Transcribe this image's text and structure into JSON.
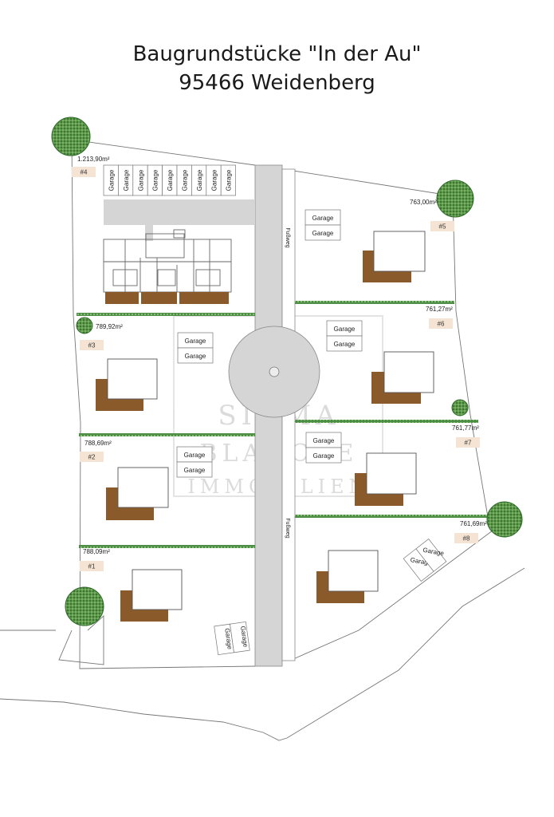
{
  "title": {
    "line1": "Baugrundstücke \"In der Au\"",
    "line2": "95466 Weidenberg"
  },
  "path_label": "Fußweg",
  "garage_label": "Garage",
  "watermark": [
    "SIGMA",
    "BLANCKE",
    "IMMOBILIEN"
  ],
  "colors": {
    "road": "#d5d5d5",
    "house_footprint": "#8b5a2b",
    "hedge": "#3c7a3c",
    "tag_bg": "#f5e4d3",
    "tree": "#4c8a3c"
  },
  "lots": [
    {
      "id": "4",
      "tag": "#4",
      "area": "1.213,90m²"
    },
    {
      "id": "5",
      "tag": "#5",
      "area": "763,00m²"
    },
    {
      "id": "3",
      "tag": "#3",
      "area": "789,92m²"
    },
    {
      "id": "6",
      "tag": "#6",
      "area": "761,27m²"
    },
    {
      "id": "2",
      "tag": "#2",
      "area": "788,69m²"
    },
    {
      "id": "7",
      "tag": "#7",
      "area": "761,77m²"
    },
    {
      "id": "1",
      "tag": "#1",
      "area": "788,09m²"
    },
    {
      "id": "8",
      "tag": "#8",
      "area": "761,69m²"
    }
  ]
}
